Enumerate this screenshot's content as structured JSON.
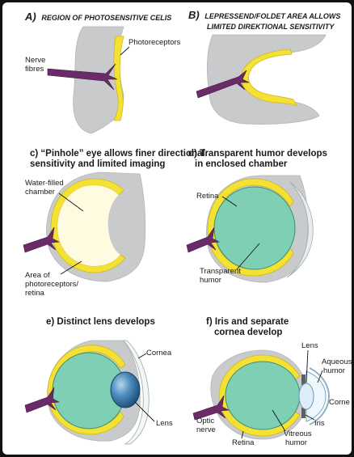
{
  "panels": {
    "a": {
      "letter": "A)",
      "caption_rest_small_caps": "Region of photosensitive celis",
      "labels": {
        "photoreceptors": "Photoreceptors",
        "nerve_line1": "Nerve",
        "nerve_line2": "fibres"
      }
    },
    "b": {
      "letter": "B)",
      "caption_line1": "Lepressend/foldet area allows",
      "caption_line2": "limited direktional sensitivity"
    },
    "c": {
      "caption_line1": "c) “Pinhole” eye allows finer directional",
      "caption_line2": "sensitivity and limited imaging",
      "labels": {
        "water_line1": "Water-filled",
        "water_line2": "chamber",
        "area_line1": "Area of",
        "area_line2": "photoreceptors/",
        "area_line3": "retina"
      }
    },
    "d": {
      "caption_line1": "d) Transparent humor develops",
      "caption_line2": "in enclosed chamber",
      "labels": {
        "retina": "Retina",
        "humor_line1": "Transparent",
        "humor_line2": "humor"
      }
    },
    "e": {
      "caption": "e) Distinct lens develops",
      "labels": {
        "cornea": "Cornea",
        "lens": "Lens"
      }
    },
    "f": {
      "caption_line1": "f) Iris and separate",
      "caption_line2": "cornea develop",
      "labels": {
        "lens": "Lens",
        "aqueous_line1": "Aqueous",
        "aqueous_line2": "humor",
        "cornea": "Corne",
        "iris": "Iris",
        "optic_line1": "Optic",
        "optic_line2": "nerve",
        "retina": "Retina",
        "vitreous_line1": "Vitreous",
        "vitreous_line2": "humor"
      }
    }
  },
  "colors": {
    "tissue": "#c9cacc",
    "retina": "#f3e233",
    "retina_edge": "#d4b617",
    "nerve": "#6b2a68",
    "humor": "#7fcfb4",
    "water": "#fffbe0",
    "lens": "#2f6fa0"
  }
}
